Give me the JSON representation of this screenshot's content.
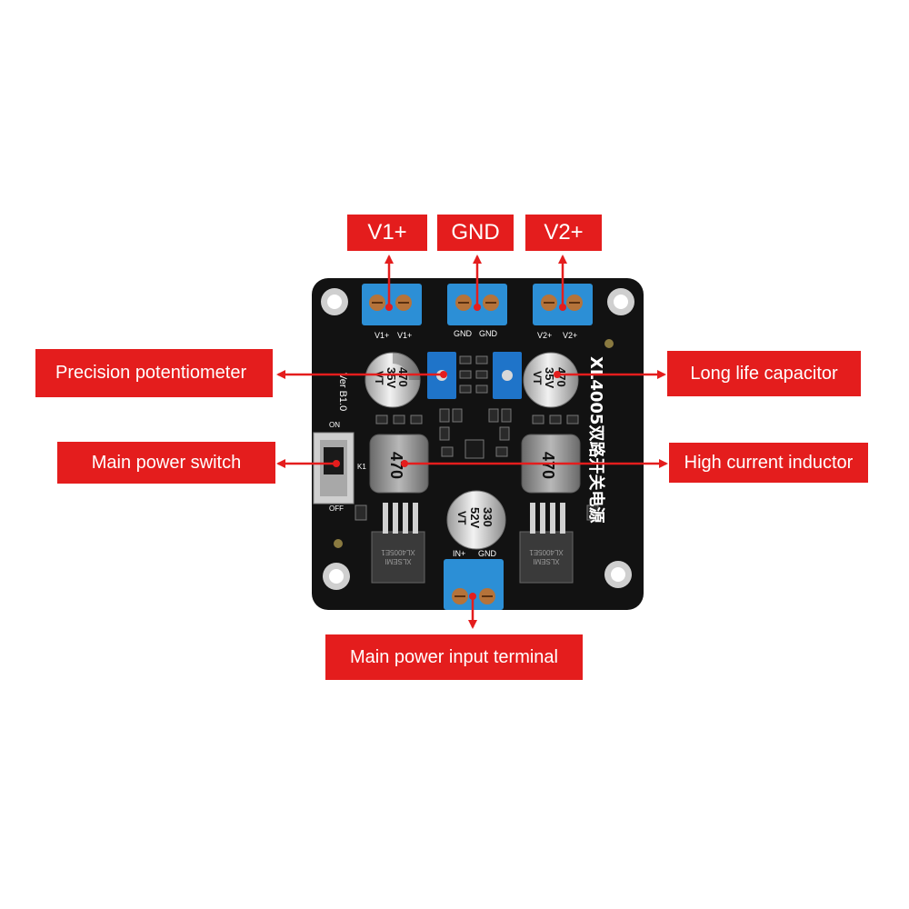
{
  "labels": {
    "v1": "V1+",
    "gnd": "GND",
    "v2": "V2+",
    "potentiometer": "Precision potentiometer",
    "capacitor": "Long life capacitor",
    "switch": "Main power switch",
    "inductor": "High current inductor",
    "input_terminal": "Main power input terminal"
  },
  "board": {
    "model_text": "XL4005双路开关电源",
    "version_text": "Ver B1.0",
    "silk_v1": "V1+",
    "silk_gnd": "GND",
    "silk_v2": "V2+",
    "silk_in": "IN+",
    "silk_in_gnd": "GND",
    "switch_on": "ON",
    "switch_off": "OFF",
    "switch_ref": "K1",
    "cap_left_value": "470",
    "cap_left_voltage": "35V",
    "cap_left_series": "VT",
    "cap_right_value": "470",
    "cap_right_voltage": "35V",
    "cap_right_series": "VT",
    "cap_center_value": "330",
    "cap_center_voltage": "52V",
    "cap_center_series": "VT",
    "inductor_left": "470",
    "inductor_right": "470",
    "ic_left_line1": "XLSEMI",
    "ic_left_line2": "XL4005E1",
    "ic_right_line1": "XLSEMI",
    "ic_right_line2": "XL4005E1"
  },
  "colors": {
    "label_bg": "#e41d1d",
    "label_text": "#ffffff",
    "pcb": "#121212",
    "terminal": "#2c8fd6",
    "potentiometer": "#1f74c9",
    "arrow": "#e41d1d"
  }
}
